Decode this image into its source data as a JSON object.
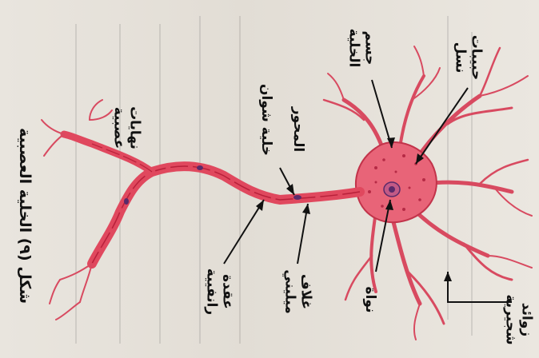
{
  "figure": {
    "caption": "شكل (٩) الخلية العصبية"
  },
  "labels": {
    "nissl_bodies": [
      "حبيبات",
      "نسل"
    ],
    "cell_body": [
      "جسم",
      "الخلية"
    ],
    "dendrites": [
      "زوائد",
      "شجيرية"
    ],
    "nucleus": "نواة",
    "axon": "المحور",
    "schwann_cell": "خلية شوان",
    "myelin_sheath": [
      "غلاف",
      "ميليني"
    ],
    "node_of_ranvier": [
      "عقدة",
      "رانفيية"
    ],
    "nerve_endings": [
      "نهايات",
      "عصبية"
    ]
  },
  "colors": {
    "neuron": "#e0485e",
    "neuron_dark": "#b8203a",
    "cell_body_fill": "#e86478",
    "nucleus": "#5a2a6a",
    "leader": "#111111"
  }
}
